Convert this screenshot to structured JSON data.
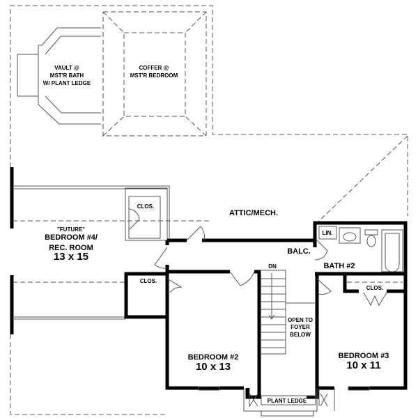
{
  "labels": {
    "vault": [
      "VAULT @",
      "MST'R BATH",
      "W/ PLANT LEDGE"
    ],
    "coffer": [
      "COFFER @",
      "MST'R BEDROOM"
    ],
    "attic": "ATTIC/MECH.",
    "bedroom4": {
      "note": "\"FUTURE\"",
      "name1": "BEDROOM #4/",
      "name2": "REC. ROOM",
      "size": "13 x 15"
    },
    "closet": "CLOS.",
    "linen": "LIN.",
    "balcony": "BALC.",
    "bath2": "BATH #2",
    "down": "DN",
    "open_to_foyer": [
      "OPEN TO",
      "FOYER",
      "BELOW"
    ],
    "bedroom2": {
      "name": "BEDROOM #2",
      "size": "10 x 13"
    },
    "bedroom3": {
      "name": "BEDROOM #3",
      "size": "10 x 11"
    },
    "plant_ledge": "PLANT LEDGE"
  }
}
